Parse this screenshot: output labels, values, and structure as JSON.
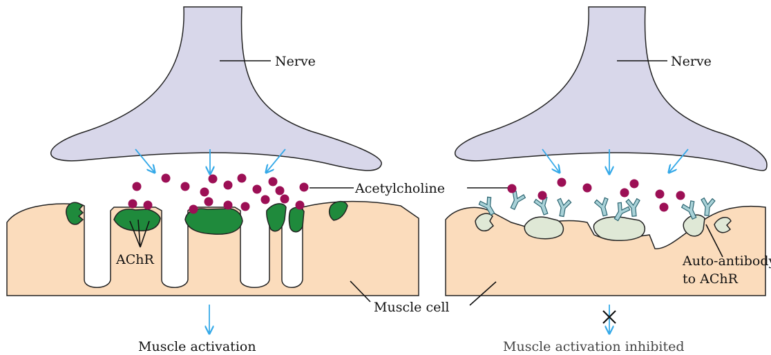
{
  "labels": {
    "nerve_left": "Nerve",
    "nerve_right": "Nerve",
    "acetylcholine": "Acetylcholine",
    "achr": "AChR",
    "muscle_cell": "Muscle cell",
    "auto_antibody_line1": "Auto-antibody",
    "auto_antibody_line2": "to AChR",
    "activation": "Muscle activation",
    "inhibited": "Muscle activation inhibited"
  },
  "colors": {
    "nerve": "#d8d7ea",
    "muscle": "#fbdcbc",
    "acetylcholine": "#9c0f55",
    "receptor_active": "#1f8a3c",
    "receptor_blocked": "#dfe8d6",
    "signal_arrow": "#35a9e8",
    "antibody": "#a9d2d8"
  }
}
